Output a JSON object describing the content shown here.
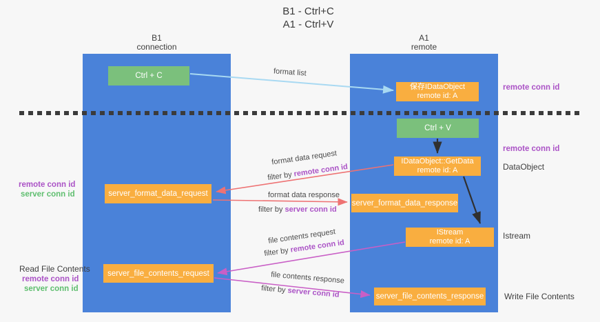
{
  "title": {
    "line1": "B1 - Ctrl+C",
    "line2": "A1 - Ctrl+V"
  },
  "lifelines": {
    "left": {
      "name": "B1",
      "subtitle": "connection"
    },
    "right": {
      "name": "A1",
      "subtitle": "remote"
    }
  },
  "boxes": {
    "ctrl_c": {
      "label": "Ctrl + C"
    },
    "save_idataobject": {
      "line1": "保存IDataObject",
      "line2": "remote id: A"
    },
    "ctrl_v": {
      "label": "Ctrl + V"
    },
    "getdata": {
      "line1": "IDataObject::GetData",
      "line2": "remote id: A"
    },
    "server_format_data_request": {
      "label": "server_format_data_request"
    },
    "server_format_data_response": {
      "label": "server_format_data_response"
    },
    "istream": {
      "line1": "IStream",
      "line2": "remote id: A"
    },
    "server_file_contents_request": {
      "label": "server_file_contents_request"
    },
    "server_file_contents_response": {
      "label": "server_file_contents_response"
    }
  },
  "arrow_labels": {
    "format_list": "format list",
    "format_data_request": {
      "title": "format data request",
      "filter_prefix": "filter by ",
      "filter_key": "remote conn id"
    },
    "format_data_response": {
      "title": "format data response",
      "filter_prefix": "filter by ",
      "filter_key": "server conn id"
    },
    "file_contents_request": {
      "title": "file contents request",
      "filter_prefix": "filter by ",
      "filter_key": "remote conn id"
    },
    "file_contents_response": {
      "title": "file contents response",
      "filter_prefix": "filter by ",
      "filter_key": "server conn id"
    }
  },
  "annotations": {
    "remote_conn_top": "remote conn id",
    "remote_conn_mid": "remote conn id",
    "dataobject": "DataObject",
    "istream_label": "Istream",
    "write_file_contents": "Write File Contents",
    "left_remote_conn_1": "remote conn id",
    "left_server_conn_1": "server conn id",
    "read_file_contents": "Read File Contents",
    "left_remote_conn_2": "remote conn id",
    "left_server_conn_2": "server conn id"
  },
  "colors": {
    "lifeline_blue": "#4a82d9",
    "box_orange": "#f9ae40",
    "box_green": "#7bc07c",
    "arrow_light_blue": "#a8d9f2",
    "arrow_salmon": "#ee7273",
    "arrow_magenta": "#c95fc6",
    "arrow_black": "#303030",
    "dashed_line": "#3b3b3b",
    "text_purple": "#ab53c6",
    "text_green": "#5fbe6f",
    "background": "#f7f7f7"
  }
}
